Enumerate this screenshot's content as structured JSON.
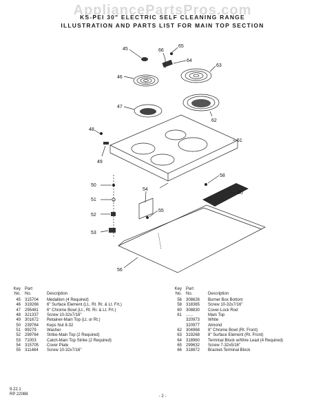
{
  "watermark": "AppliancePartsPros.com",
  "header": {
    "line1": "KS-PEI 30\" ELECTRIC SELF CLEANING RANGE",
    "line2": "ILLUSTRATION AND PARTS LIST FOR MAIN TOP SECTION"
  },
  "columns": {
    "key_top": "Key",
    "key_bottom": "No.",
    "part_top": "Part",
    "part_bottom": "No.",
    "description": "Description"
  },
  "callouts": [
    "45",
    "46",
    "47",
    "48",
    "49",
    "50",
    "51",
    "52",
    "53",
    "54",
    "55",
    "56",
    "58",
    "60",
    "61",
    "62",
    "63",
    "64",
    "65",
    "66"
  ],
  "parts_left": [
    {
      "key": "45",
      "part": "315704",
      "desc": "Medallion (4 Required)"
    },
    {
      "key": "46",
      "part": "319266",
      "desc": "6\" Surface Element (Lt., Rt. Rr. & Lt. Frt.)"
    },
    {
      "key": "47",
      "part": "295481",
      "desc": "6\" Chrome Bowl (Lt., Rt. Rr. & Lt. Frt.)"
    },
    {
      "key": "48",
      "part": "321337",
      "desc": "Screw 10-32x7/16\""
    },
    {
      "key": "49",
      "part": "301672",
      "desc": "Retainer-Main Top (Lt. or Rt.)"
    },
    {
      "key": "50",
      "part": "239764",
      "desc": "Keps Nut 8-32"
    },
    {
      "key": "51",
      "part": "99279",
      "desc": "Washer"
    },
    {
      "key": "52",
      "part": "299764",
      "desc": "Strike-Main Top (2 Required)"
    },
    {
      "key": "53",
      "part": "71003",
      "desc": "Catch-Main Top Strike (2 Required)"
    },
    {
      "key": "54",
      "part": "315705",
      "desc": "Cover Plate"
    },
    {
      "key": "55",
      "part": "311484",
      "desc": "Screw 10-32x7/16\""
    }
  ],
  "parts_right": [
    {
      "key": "56",
      "part": "308626",
      "desc": "Burner Box Bottom"
    },
    {
      "key": "58",
      "part": "318365",
      "desc": "Screw 10-32x7/16\""
    },
    {
      "key": "60",
      "part": "308830",
      "desc": "Cover-Lock Rod"
    },
    {
      "key": "61",
      "part": "......",
      "desc": "Main Top"
    },
    {
      "key": "",
      "part": "320973",
      "desc": "White"
    },
    {
      "key": "",
      "part": "320977",
      "desc": "Almond"
    },
    {
      "key": "62",
      "part": "304968",
      "desc": "8\" Chrome Bowl (Rt. Front)"
    },
    {
      "key": "63",
      "part": "319268",
      "desc": "8\" Surface Element (Rt. Front)"
    },
    {
      "key": "64",
      "part": "318960",
      "desc": "Terminal Block w/Wire Lead (4 Required)"
    },
    {
      "key": "65",
      "part": "299632",
      "desc": "Screw 7-32x5/16\""
    },
    {
      "key": "66",
      "part": "318872",
      "desc": "Bracket-Terminal Block"
    }
  ],
  "footer": {
    "code1": "9.22.1",
    "code2": "RP 22088",
    "page": "- 2 -"
  }
}
